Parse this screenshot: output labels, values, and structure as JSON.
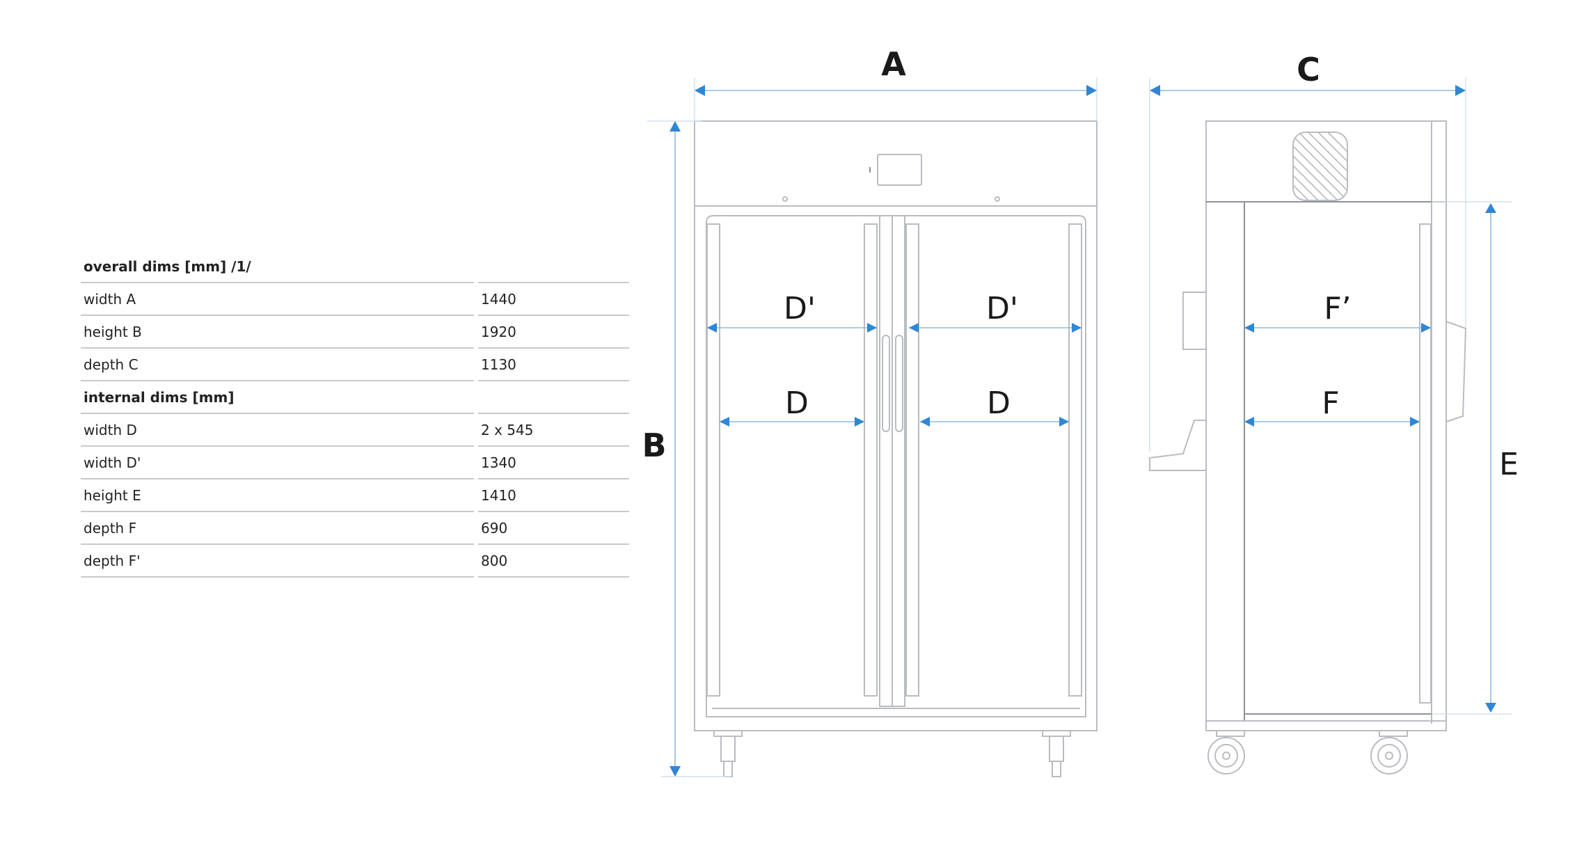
{
  "table": {
    "rows": [
      {
        "label": "overall dims [mm] /1/",
        "value": "",
        "heading": true
      },
      {
        "label": "width A",
        "value": "1440",
        "heading": false
      },
      {
        "label": "height B",
        "value": "1920",
        "heading": false
      },
      {
        "label": "depth C",
        "value": "1130",
        "heading": false
      },
      {
        "label": "internal dims [mm]",
        "value": "",
        "heading": true
      },
      {
        "label": "width D",
        "value": "2 x 545",
        "heading": false
      },
      {
        "label": "width D'",
        "value": "1340",
        "heading": false
      },
      {
        "label": "height E",
        "value": "1410",
        "heading": false
      },
      {
        "label": "depth F",
        "value": "690",
        "heading": false
      },
      {
        "label": "depth F'",
        "value": "800",
        "heading": false
      }
    ]
  },
  "drawing": {
    "front": {
      "label_a": "A",
      "label_b": "B",
      "label_d_prime_left": "D'",
      "label_d_prime_right": "D'",
      "label_d_left": "D",
      "label_d_right": "D"
    },
    "side": {
      "label_c": "C",
      "label_e": "E",
      "label_f_prime": "F’",
      "label_f": "F"
    },
    "colors": {
      "arrow": "#2f86d4",
      "dim_line": "#8cbbe6",
      "outline": "#b9bcc1",
      "text": "#1a1a1a"
    }
  }
}
